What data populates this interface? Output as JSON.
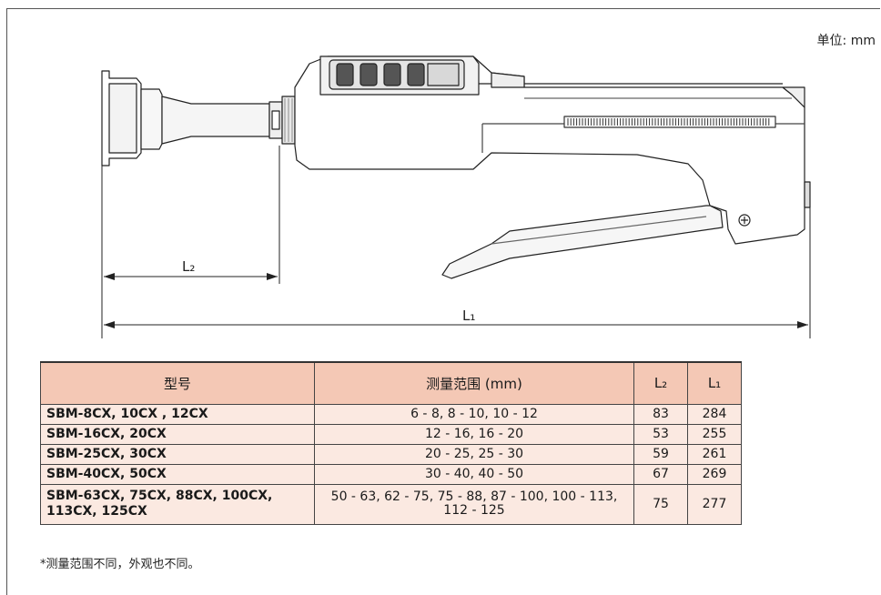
{
  "unit_note": "单位: mm",
  "dimension_labels": {
    "l1": "L₁",
    "l2": "L₂"
  },
  "table": {
    "headers": {
      "model": "型号",
      "range": "测量范围 (mm)",
      "l2": "L₂",
      "l1": "L₁"
    },
    "rows": [
      {
        "model": "SBM-8CX, 10CX , 12CX",
        "range": "6 - 8, 8 - 10, 10 - 12",
        "l2": "83",
        "l1": "284"
      },
      {
        "model": "SBM-16CX, 20CX",
        "range": "12 - 16, 16 - 20",
        "l2": "53",
        "l1": "255"
      },
      {
        "model": "SBM-25CX, 30CX",
        "range": "20 - 25, 25 - 30",
        "l2": "59",
        "l1": "261"
      },
      {
        "model": "SBM-40CX, 50CX",
        "range": "30 - 40, 40 - 50",
        "l2": "67",
        "l1": "269"
      },
      {
        "model": "SBM-63CX, 75CX, 88CX, 100CX, 113CX, 125CX",
        "range": "50 - 63, 62 - 75, 75 - 88, 87 - 100, 100 - 113, 112 - 125",
        "l2": "75",
        "l1": "277"
      }
    ]
  },
  "footnote": "*测量范围不同，外观也不同。"
}
